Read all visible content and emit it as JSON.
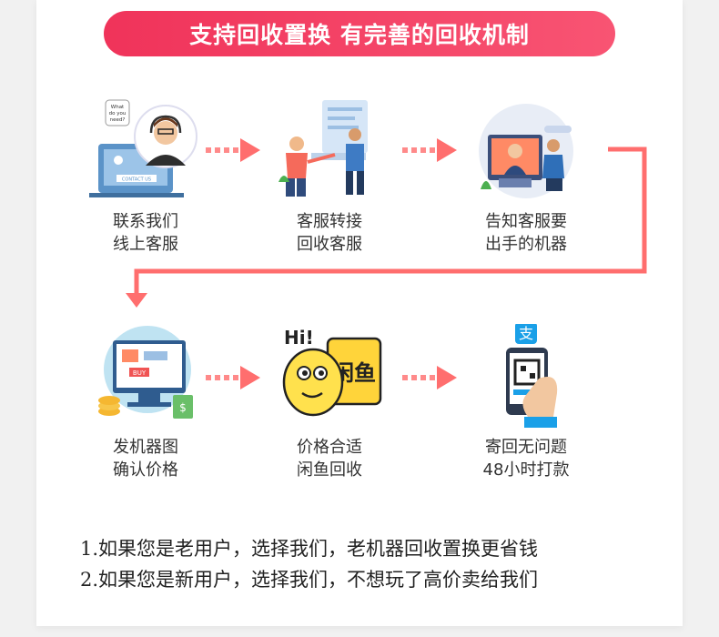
{
  "banner": {
    "title": "支持回收置换 有完善的回收机制"
  },
  "steps": [
    {
      "line1": "联系我们",
      "line2": "线上客服",
      "icon": "customer-service-icon",
      "bubble": [
        "What",
        "do you",
        "need?"
      ],
      "badge": "CONTACT US"
    },
    {
      "line1": "客服转接",
      "line2": "回收客服",
      "icon": "handoff-icon"
    },
    {
      "line1": "告知客服要",
      "line2": "出手的机器",
      "icon": "video-meeting-icon"
    },
    {
      "line1": "发机器图",
      "line2": "确认价格",
      "icon": "monitor-shop-icon",
      "tag": "BUY"
    },
    {
      "line1": "价格合适",
      "line2": "闲鱼回收",
      "icon": "xianyu-logo-icon",
      "hi": "Hi!",
      "logo_text": "闲鱼"
    },
    {
      "line1": "寄回无问题",
      "line2": "48小时打款",
      "icon": "alipay-phone-icon",
      "logo_char": "支"
    }
  ],
  "notes": [
    {
      "prefix": "1.如果您是老用户，选择我们，",
      "highlight": "老机器回收置换更省钱"
    },
    {
      "prefix": "2.如果您是新用户，选择我们，",
      "highlight": "不想玩了高价卖给我们"
    }
  ],
  "colors": {
    "accent": "#f0335a",
    "arrow": "#ff6e6e",
    "highlight": "#91dccd"
  }
}
